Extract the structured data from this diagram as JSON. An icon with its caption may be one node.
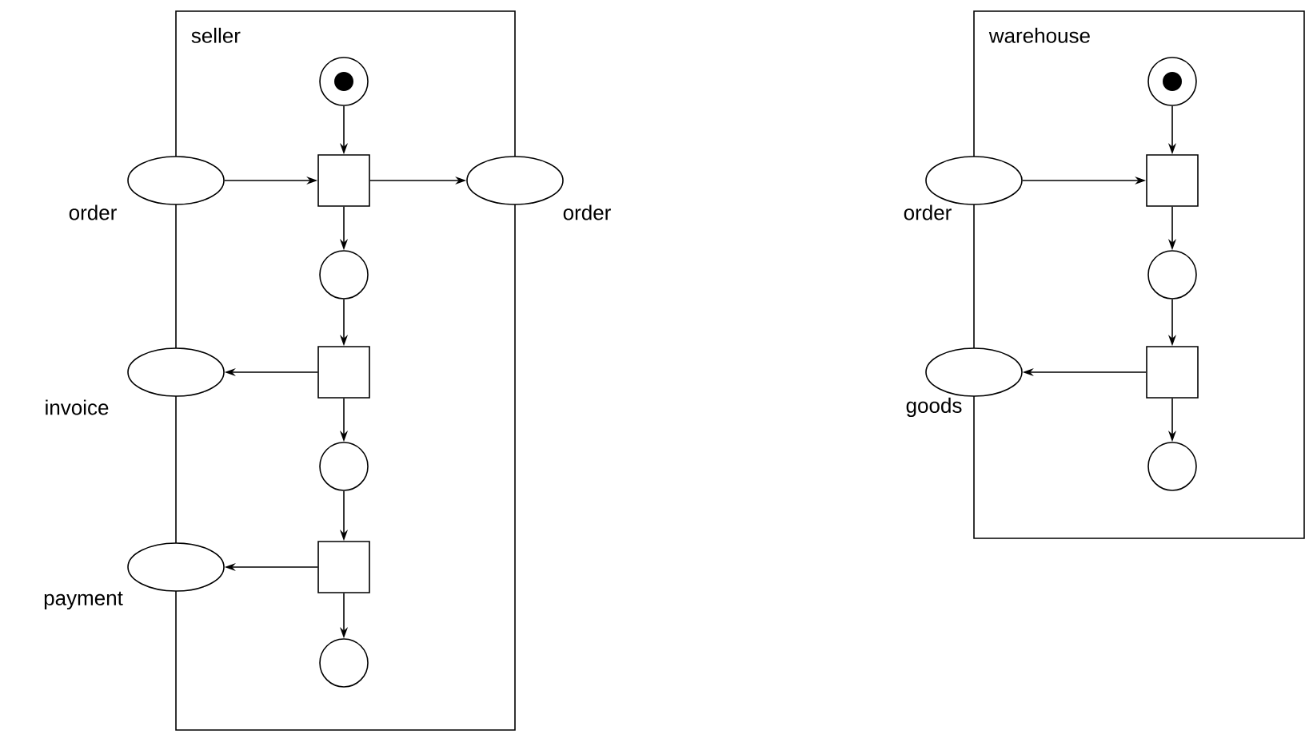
{
  "diagram": {
    "nodes": [
      {
        "text": [
          "seller"
        ]
      },
      {
        "text": [],
        "shape": "circle",
        "in": 0
      },
      {
        "text": [],
        "shape": "ellipse",
        "beside": [
          "order"
        ]
      },
      {
        "text": [],
        "shape": "box",
        "in": 0
      },
      {
        "text": [],
        "shape": "ellipse",
        "beside": [
          "order"
        ]
      },
      {
        "text": [],
        "shape": "circle",
        "in": 0
      },
      {
        "text": [],
        "shape": "ellipse",
        "beside": [
          "invoice"
        ]
      },
      {
        "text": [],
        "shape": "box",
        "in": 0
      },
      {
        "text": [],
        "shape": "circle",
        "in": 0
      },
      {
        "text": [],
        "shape": "ellipse",
        "beside": [
          "payment"
        ]
      },
      {
        "text": [],
        "shape": "box",
        "in": 0
      },
      {
        "text": [],
        "shape": "circle",
        "in": 0
      },
      {
        "text": [
          "warehouse"
        ]
      },
      {
        "text": [],
        "shape": "circle",
        "in": 12
      },
      {
        "text": [],
        "shape": "ellipse",
        "beside": [
          "order"
        ]
      },
      {
        "text": [],
        "shape": "box",
        "in": 12
      },
      {
        "text": [],
        "shape": "circle",
        "in": 12
      },
      {
        "text": [],
        "shape": "ellipse",
        "beside": [
          "goods"
        ]
      },
      {
        "text": [],
        "shape": "box",
        "in": 12
      },
      {
        "text": [],
        "shape": "circle",
        "in": 12
      }
    ],
    "edges": [
      {
        "from": 1,
        "to": 3,
        "arrow": "to"
      },
      {
        "from": 2,
        "to": 3,
        "arrow": "to"
      },
      {
        "from": 3,
        "to": 4,
        "arrow": "to"
      },
      {
        "from": 3,
        "to": 5,
        "arrow": "to"
      },
      {
        "from": 5,
        "to": 7,
        "arrow": "to"
      },
      {
        "from": 7,
        "to": 6,
        "arrow": "to"
      },
      {
        "from": 7,
        "to": 8,
        "arrow": "to"
      },
      {
        "from": 8,
        "to": 10,
        "arrow": "to"
      },
      {
        "from": 10,
        "to": 9,
        "arrow": "to"
      },
      {
        "from": 10,
        "to": 11,
        "arrow": "to"
      },
      {
        "from": 13,
        "to": 15,
        "arrow": "to"
      },
      {
        "from": 14,
        "to": 15,
        "arrow": "to"
      },
      {
        "from": 15,
        "to": 16,
        "arrow": "to"
      },
      {
        "from": 16,
        "to": 18,
        "arrow": "to"
      },
      {
        "from": 18,
        "to": 17,
        "arrow": "to"
      },
      {
        "from": 18,
        "to": 19,
        "arrow": "to"
      }
    ]
  }
}
